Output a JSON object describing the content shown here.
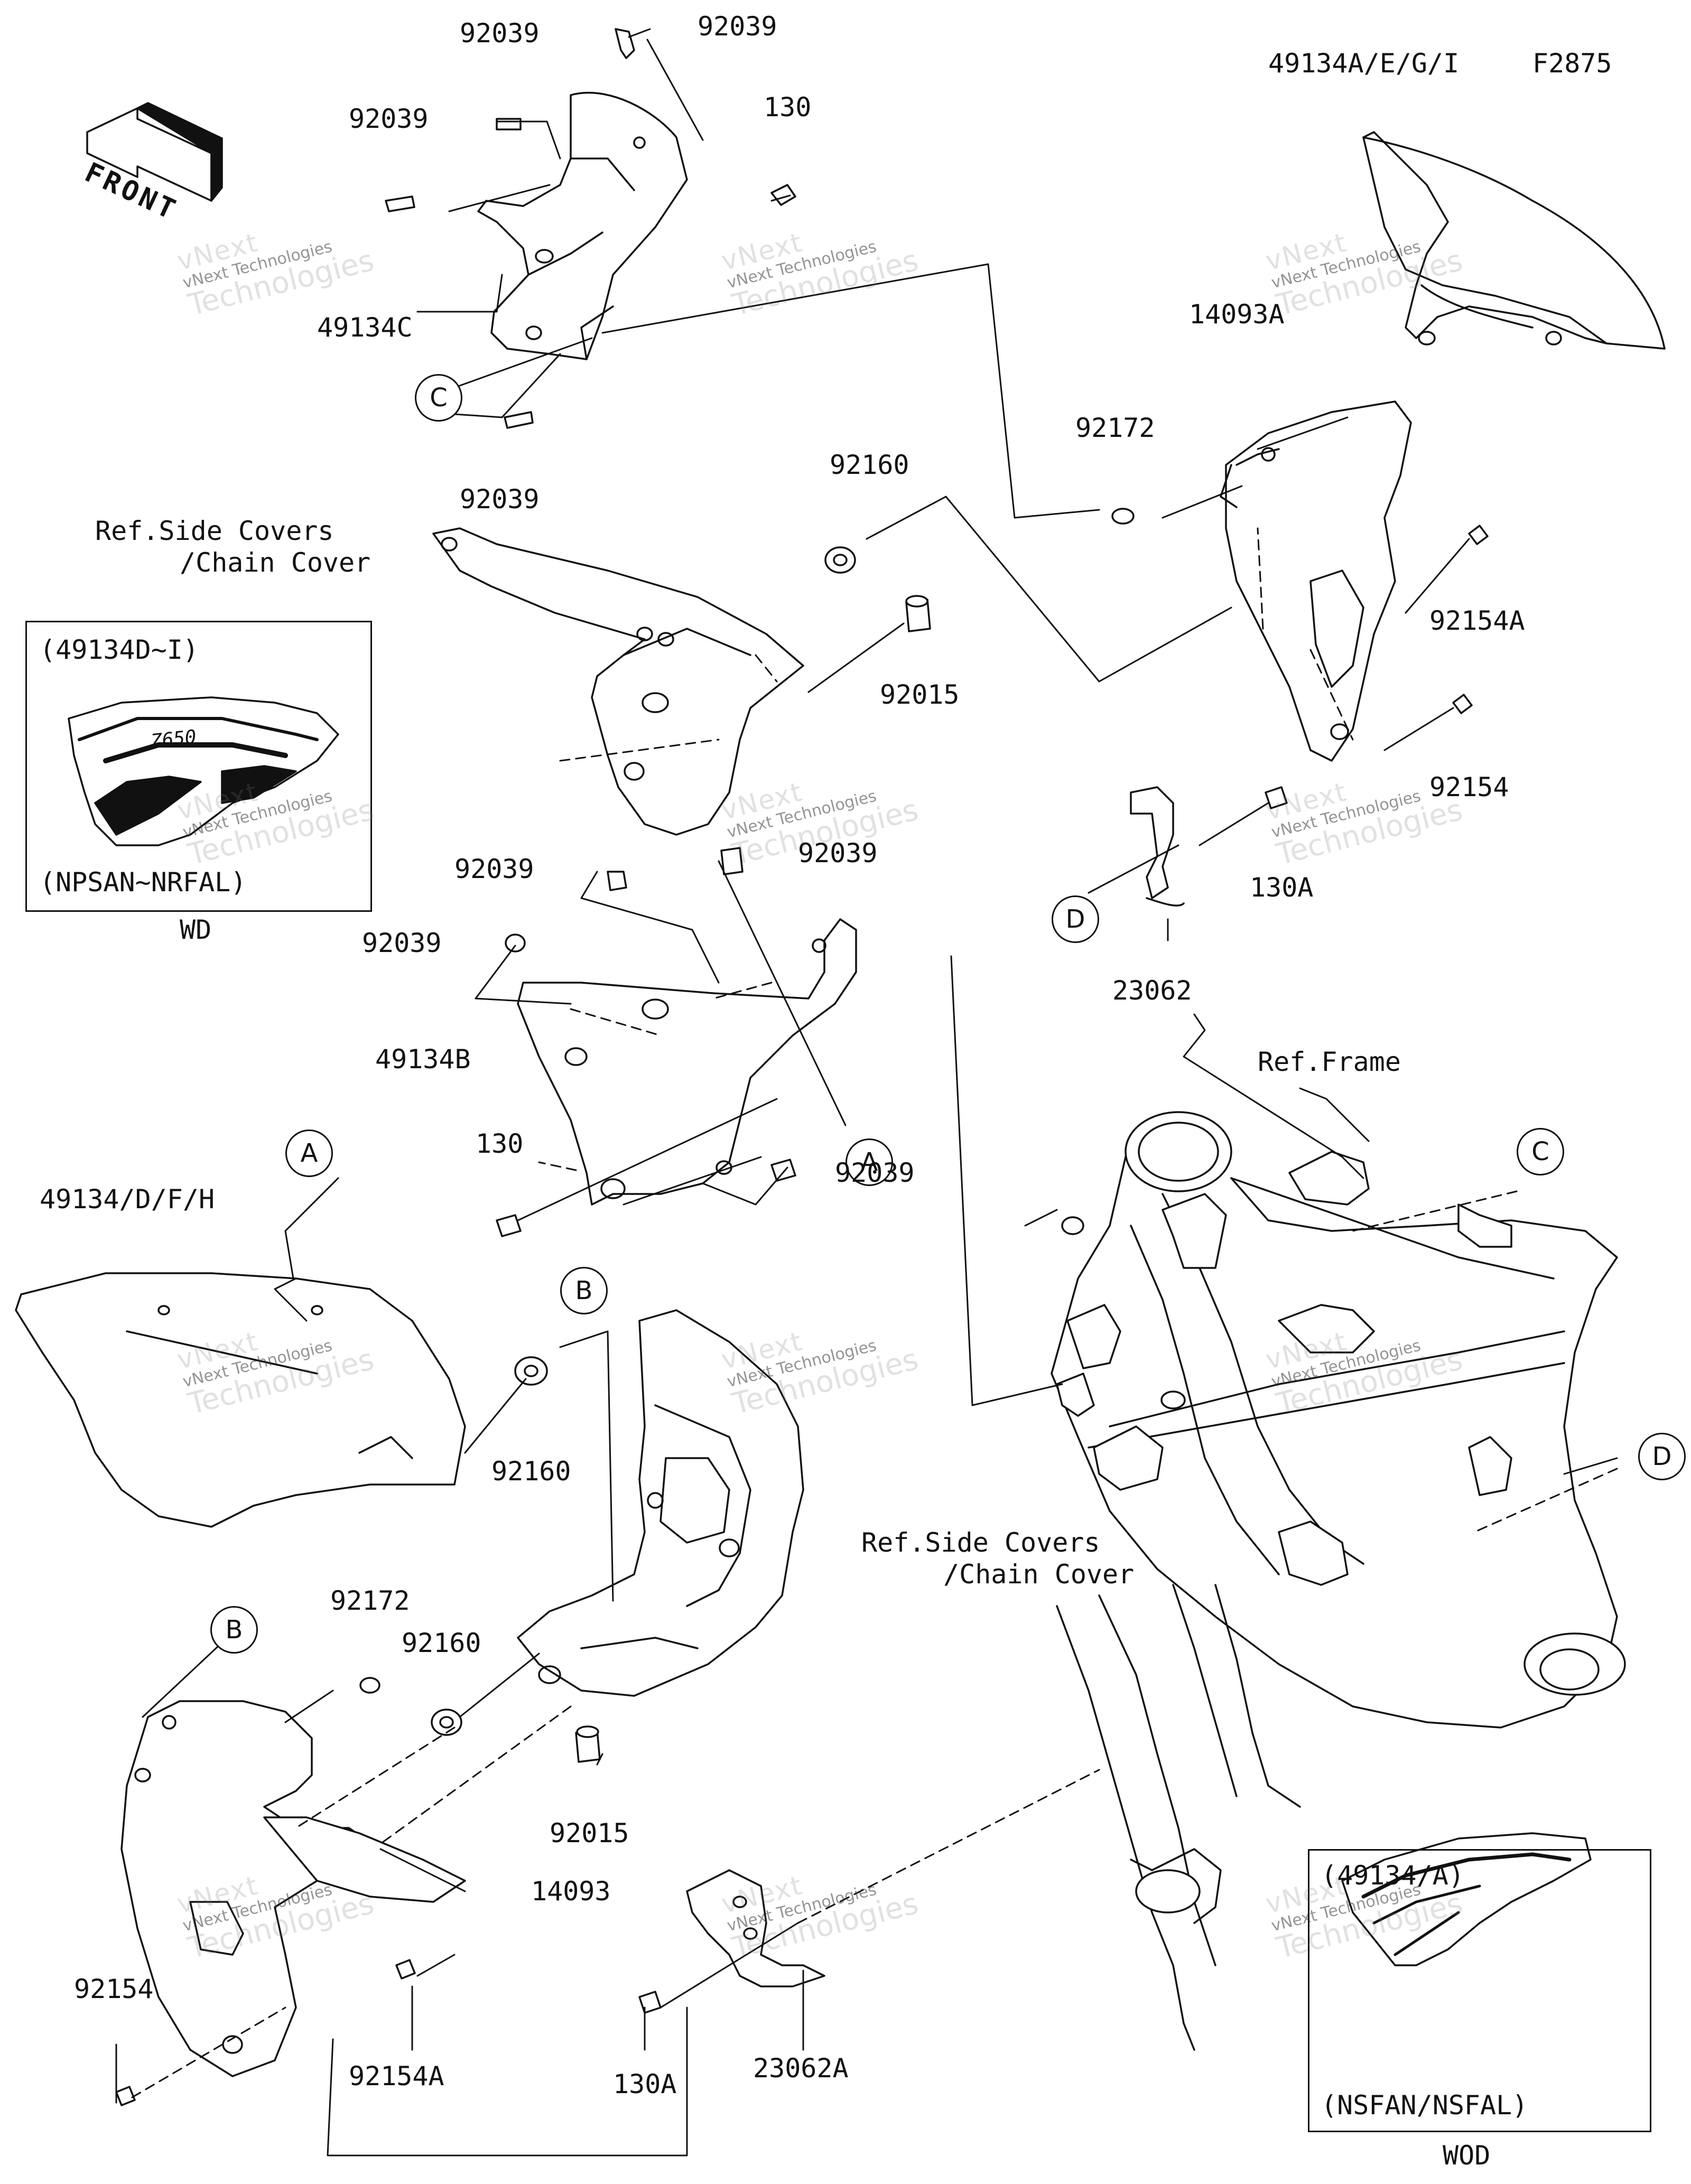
{
  "figure_code": "F2875",
  "front_label": "FRONT",
  "watermark": {
    "line1": "vNext",
    "line2": "vNext Technologies",
    "line3": "Technologies"
  },
  "callouts": [
    "C",
    "A",
    "B",
    "A",
    "B",
    "C",
    "D",
    "D"
  ],
  "inset_wd": {
    "title": "(49134D~I)",
    "models": "(NPSAN~NRFAL)",
    "caption": "WD",
    "decal_text": "Z650"
  },
  "inset_wod": {
    "title": "(49134/A)",
    "models": "(NSFAN/NSFAL)",
    "caption": "WOD"
  },
  "ref_labels": {
    "side_covers_1": "Ref.Side Covers",
    "chain_cover_1": "/Chain Cover",
    "side_covers_2": "Ref.Side Covers",
    "chain_cover_2": "/Chain Cover",
    "frame": "Ref.Frame"
  },
  "parts": [
    "92039",
    "92039",
    "92039",
    "130",
    "49134C",
    "92039",
    "49134A/E/G/I",
    "14093A",
    "92172",
    "92160",
    "92015",
    "92154A",
    "92154",
    "130A",
    "23062",
    "92039",
    "92039",
    "92039",
    "49134B",
    "130",
    "92039",
    "49134/D/F/H",
    "92160",
    "92172",
    "92160",
    "92015",
    "14093",
    "92154",
    "92154A",
    "130A",
    "23062A"
  ]
}
